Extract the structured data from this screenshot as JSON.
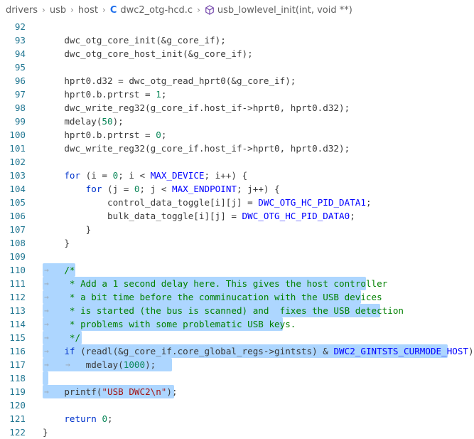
{
  "breadcrumb": [
    "drivers",
    "usb",
    "host",
    "dwc2_otg-hcd.c",
    "usb_lowlevel_init(int, void **)"
  ],
  "lang_label": "C",
  "icons": {
    "separator": "chevron-right-icon",
    "file": "c-language-icon",
    "symbol": "cube-method-icon"
  },
  "colors": {
    "line_number": "#237893",
    "selection": "#add6ff",
    "keyword": "#0033cc",
    "comment": "#008000"
  },
  "lines": [
    {
      "n": "92",
      "segs": []
    },
    {
      "n": "93",
      "segs": [
        {
          "t": "    dwc_otg_core_init(&g_core_if);",
          "c": "plain"
        }
      ]
    },
    {
      "n": "94",
      "segs": [
        {
          "t": "    dwc_otg_core_host_init(&g_core_if);",
          "c": "plain"
        }
      ]
    },
    {
      "n": "95",
      "segs": []
    },
    {
      "n": "96",
      "segs": [
        {
          "t": "    hprt0.d32 = dwc_otg_read_hprt0(&g_core_if);",
          "c": "plain"
        }
      ]
    },
    {
      "n": "97",
      "segs": [
        {
          "t": "    hprt0.b.prtrst = ",
          "c": "plain"
        },
        {
          "t": "1",
          "c": "num"
        },
        {
          "t": ";",
          "c": "plain"
        }
      ]
    },
    {
      "n": "98",
      "segs": [
        {
          "t": "    dwc_write_reg32(g_core_if.host_if->hprt0, hprt0.d32);",
          "c": "plain"
        }
      ]
    },
    {
      "n": "99",
      "segs": [
        {
          "t": "    mdelay(",
          "c": "plain"
        },
        {
          "t": "50",
          "c": "num"
        },
        {
          "t": ");",
          "c": "plain"
        }
      ]
    },
    {
      "n": "100",
      "segs": [
        {
          "t": "    hprt0.b.prtrst = ",
          "c": "plain"
        },
        {
          "t": "0",
          "c": "num"
        },
        {
          "t": ";",
          "c": "plain"
        }
      ]
    },
    {
      "n": "101",
      "segs": [
        {
          "t": "    dwc_write_reg32(g_core_if.host_if->hprt0, hprt0.d32);",
          "c": "plain"
        }
      ]
    },
    {
      "n": "102",
      "segs": []
    },
    {
      "n": "103",
      "segs": [
        {
          "t": "    ",
          "c": "plain"
        },
        {
          "t": "for",
          "c": "kw"
        },
        {
          "t": " (i = ",
          "c": "plain"
        },
        {
          "t": "0",
          "c": "num"
        },
        {
          "t": "; i < ",
          "c": "plain"
        },
        {
          "t": "MAX_DEVICE",
          "c": "macro"
        },
        {
          "t": "; i++) {",
          "c": "plain"
        }
      ]
    },
    {
      "n": "104",
      "segs": [
        {
          "t": "        ",
          "c": "plain"
        },
        {
          "t": "for",
          "c": "kw"
        },
        {
          "t": " (j = ",
          "c": "plain"
        },
        {
          "t": "0",
          "c": "num"
        },
        {
          "t": "; j < ",
          "c": "plain"
        },
        {
          "t": "MAX_ENDPOINT",
          "c": "macro"
        },
        {
          "t": "; j++) {",
          "c": "plain"
        }
      ]
    },
    {
      "n": "105",
      "segs": [
        {
          "t": "            control_data_toggle[i][j] = ",
          "c": "plain"
        },
        {
          "t": "DWC_OTG_HC_PID_DATA1",
          "c": "macro"
        },
        {
          "t": ";",
          "c": "plain"
        }
      ]
    },
    {
      "n": "106",
      "segs": [
        {
          "t": "            bulk_data_toggle[i][j] = ",
          "c": "plain"
        },
        {
          "t": "DWC_OTG_HC_PID_DATA0",
          "c": "macro"
        },
        {
          "t": ";",
          "c": "plain"
        }
      ]
    },
    {
      "n": "107",
      "segs": [
        {
          "t": "        }",
          "c": "plain"
        }
      ]
    },
    {
      "n": "108",
      "segs": [
        {
          "t": "    }",
          "c": "plain"
        }
      ]
    },
    {
      "n": "109",
      "segs": []
    },
    {
      "n": "110",
      "sel": [
        60,
        106
      ],
      "tabs": 1,
      "segs": [
        {
          "t": "    /*",
          "c": "cm"
        }
      ]
    },
    {
      "n": "111",
      "sel": [
        60,
        515
      ],
      "tabs": 1,
      "segs": [
        {
          "t": "     * Add a 1 second delay here. This gives the host controller",
          "c": "cm"
        }
      ]
    },
    {
      "n": "112",
      "sel": [
        60,
        508
      ],
      "tabs": 1,
      "segs": [
        {
          "t": "     * a bit time before the comminucation with the USB devices",
          "c": "cm"
        }
      ]
    },
    {
      "n": "113",
      "sel": [
        60,
        535
      ],
      "tabs": 1,
      "segs": [
        {
          "t": "     * is started (the bus is scanned) and  fixes the USB detection",
          "c": "cm"
        }
      ]
    },
    {
      "n": "114",
      "sel": [
        60,
        398
      ],
      "tabs": 1,
      "segs": [
        {
          "t": "     * problems with some problematic USB keys.",
          "c": "cm"
        }
      ]
    },
    {
      "n": "115",
      "sel": [
        60,
        115
      ],
      "tabs": 1,
      "segs": [
        {
          "t": "     */",
          "c": "cm"
        }
      ]
    },
    {
      "n": "116",
      "sel": [
        60,
        630
      ],
      "tabs": 1,
      "segs": [
        {
          "t": "    ",
          "c": "plain"
        },
        {
          "t": "if",
          "c": "kw"
        },
        {
          "t": " (readl(&g_core_if.core_global_regs->gintsts) & ",
          "c": "plain"
        },
        {
          "t": "DWC2_GINTSTS_CURMODE_HOST",
          "c": "macro"
        },
        {
          "t": ")",
          "c": "plain"
        }
      ]
    },
    {
      "n": "117",
      "sel": [
        60,
        242
      ],
      "tabs": 2,
      "segs": [
        {
          "t": "        mdelay(",
          "c": "plain"
        },
        {
          "t": "1000",
          "c": "num"
        },
        {
          "t": ");",
          "c": "plain"
        }
      ]
    },
    {
      "n": "118",
      "sel": [
        60,
        68
      ],
      "tabs": 0,
      "segs": []
    },
    {
      "n": "119",
      "sel": [
        60,
        245
      ],
      "tabs": 1,
      "segs": [
        {
          "t": "    printf(",
          "c": "plain"
        },
        {
          "t": "\"USB DWC2\\n\"",
          "c": "str"
        },
        {
          "t": ");",
          "c": "plain"
        }
      ]
    },
    {
      "n": "120",
      "segs": []
    },
    {
      "n": "121",
      "segs": [
        {
          "t": "    ",
          "c": "plain"
        },
        {
          "t": "return",
          "c": "kw"
        },
        {
          "t": " ",
          "c": "plain"
        },
        {
          "t": "0",
          "c": "num"
        },
        {
          "t": ";",
          "c": "plain"
        }
      ]
    },
    {
      "n": "122",
      "segs": [
        {
          "t": "}",
          "c": "plain"
        }
      ]
    }
  ]
}
